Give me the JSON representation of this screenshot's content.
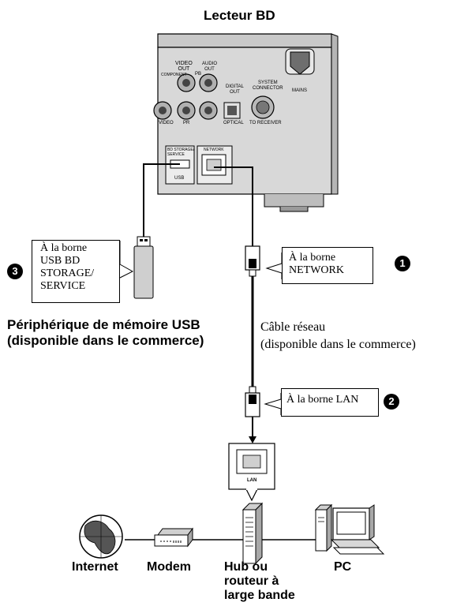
{
  "title": "Lecteur BD",
  "panel": {
    "video_out": "VIDEO\nOUT",
    "component": "COMPONENT",
    "pb": "PB",
    "pr": "PR",
    "video": "VIDEO",
    "audio_out": "AUDIO\nOUT",
    "digital_out": "DIGITAL\nOUT",
    "optical": "OPTICAL",
    "system_connector": "SYSTEM\nCONNECTOR",
    "to_receiver": "TO RECEIVER",
    "mains": "MAINS",
    "bd_storage": "BD STORAGE/\nSERVICE",
    "usb": "USB",
    "network": "NETWORK"
  },
  "callouts": {
    "usb_callout": "À la borne\nUSB BD\nSTORAGE/\nSERVICE",
    "network_callout": "À la borne\nNETWORK",
    "lan_callout": "À la borne LAN"
  },
  "markers": {
    "one": "1",
    "two": "2",
    "three": "3"
  },
  "usb_device_label": "Périphérique de mémoire USB\n(disponible dans le commerce)",
  "cable_label": "Câble réseau\n(disponible dans le commerce)",
  "hub_port_label": "LAN",
  "devices": {
    "internet": "Internet",
    "modem": "Modem",
    "hub": "Hub ou\nrouteur à\nlarge bande",
    "pc": "PC"
  }
}
